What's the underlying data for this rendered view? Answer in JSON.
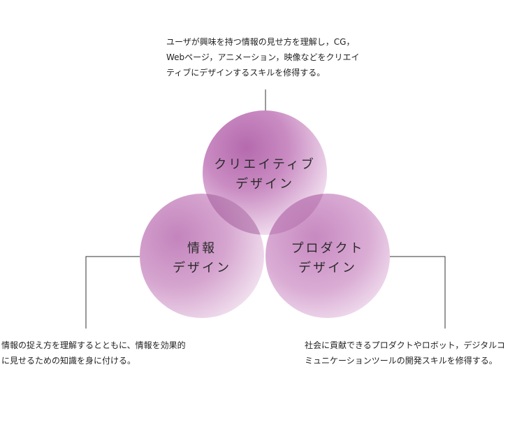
{
  "colors": {
    "circle_base": "#c98bc2",
    "circle_light": "#f1dcef",
    "overlap": "#9a4f93",
    "line": "#333333"
  },
  "circles": {
    "creative": {
      "line1": "クリエイティブ",
      "line2": "デザイン",
      "description": [
        "ユーザが興味を持つ情報の見せ方を理解し，CG，",
        "Webページ，アニメーション，映像などをクリエイ",
        "ティブにデザインするスキルを修得する。"
      ]
    },
    "information": {
      "line1": "情報",
      "line2": "デザイン",
      "description": [
        "情報の捉え方を理解するとともに、情報を効果的",
        "に見せるための知識を身に付ける。"
      ]
    },
    "product": {
      "line1": "プロダクト",
      "line2": "デザイン",
      "description": [
        "社会に貢献できるプロダクトやロボット，デジタルコ",
        "ミュニケーションツールの開発スキルを修得する。"
      ]
    }
  }
}
